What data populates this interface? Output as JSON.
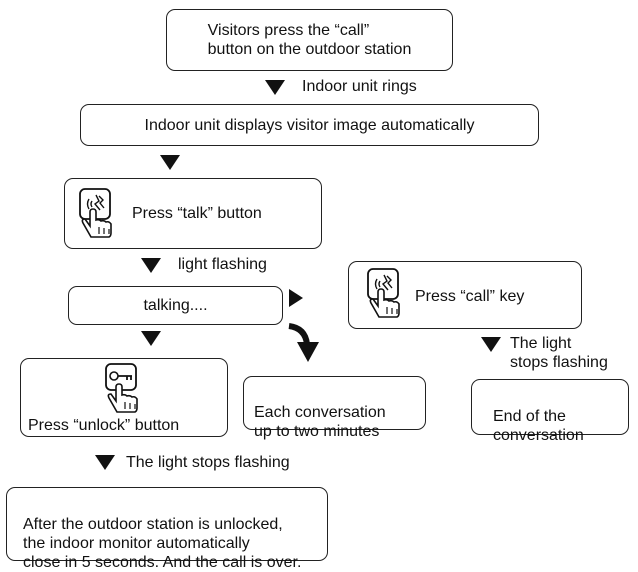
{
  "steps": {
    "call_press": "Visitors press the “call”\nbutton on the outdoor station",
    "indoor_rings": "Indoor unit rings",
    "display_image": "Indoor unit displays visitor image automatically",
    "press_talk": "Press “talk” button",
    "light_flashing": "light flashing",
    "talking": "talking....",
    "press_call_key": "Press “call” key",
    "light_stops_right": "The light\nstops flashing",
    "end_conversation": "End of the\nconversation",
    "conversation_limit": "Each conversation\nup to two minutes",
    "press_unlock": "Press “unlock” button",
    "light_stops_bottom": "The light stops flashing",
    "final_note": "After the outdoor station is unlocked,\nthe indoor monitor automatically\nclose in 5 seconds. And the call is over."
  },
  "icons": [
    "hand-press-talk-icon",
    "hand-press-call-icon",
    "hand-press-unlock-key-icon"
  ],
  "colors": {
    "line": "#111111",
    "background": "#ffffff"
  }
}
